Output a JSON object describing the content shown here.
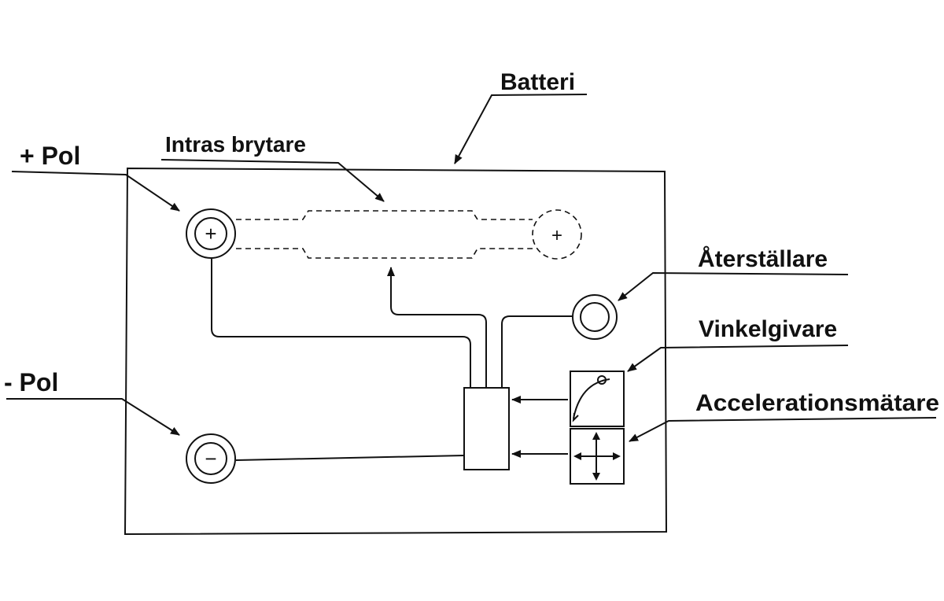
{
  "labels": {
    "batteri": "Batteri",
    "intras_brytare": "Intras brytare",
    "plus_pol": "+ Pol",
    "minus_pol": "- Pol",
    "aterstallare": "Återställare",
    "vinkelgivare": "Vinkelgivare",
    "accelerationsmatare": "Accelerationsmätare"
  },
  "symbols": {
    "plus_sign": "+",
    "minus_sign": "−"
  },
  "colors": {
    "line": "#111111",
    "background": "#ffffff"
  }
}
